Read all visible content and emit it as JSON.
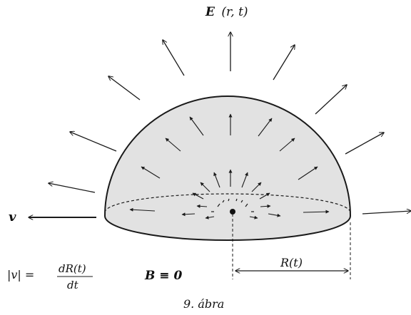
{
  "labels": {
    "field_E": "E",
    "field_args": "(r, t)",
    "velocity": "v",
    "velocity_formula_lhs": "|v| =",
    "velocity_formula_num": "dR(t)",
    "velocity_formula_den": "dt",
    "magnetic": "B ≡ 0",
    "radius": "R(t)",
    "caption": "9. ábra"
  },
  "colors": {
    "dome_fill": "#e2e2e2",
    "stroke": "#1a1a1a"
  }
}
